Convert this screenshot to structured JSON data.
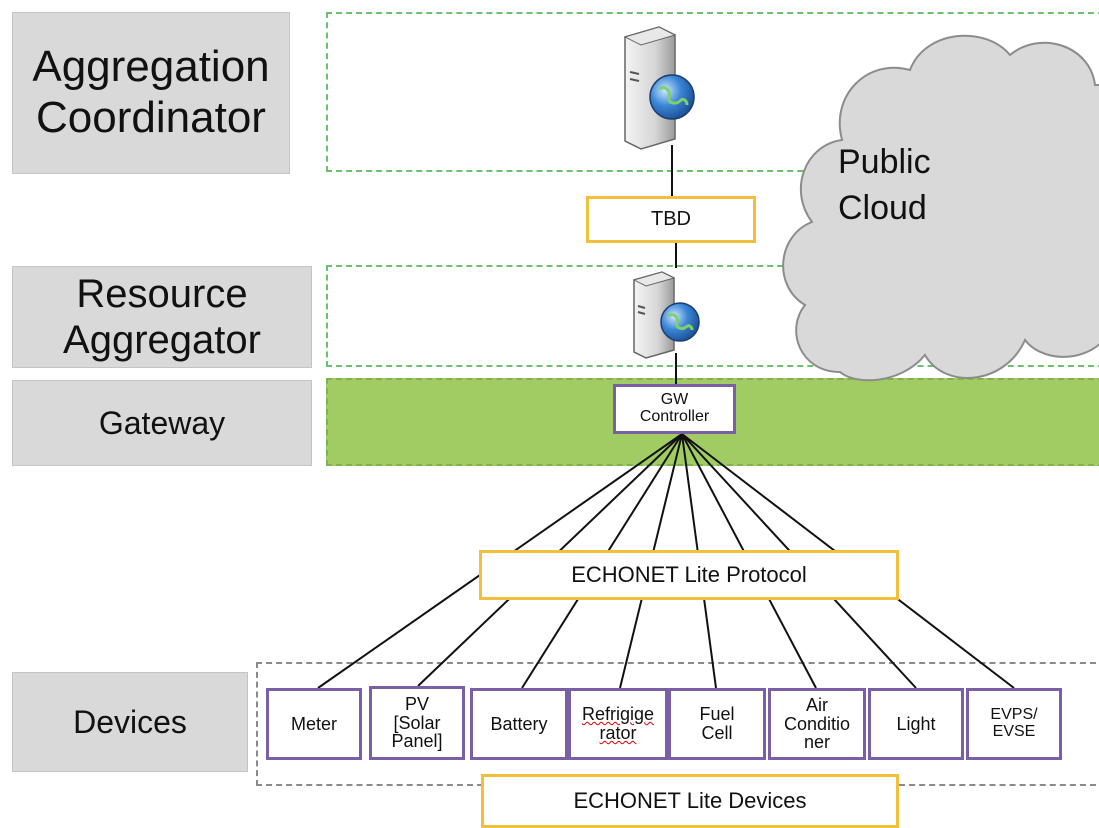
{
  "layers": {
    "aggregation_coordinator": "Aggregation\nCoordinator",
    "resource_aggregator": "Resource\nAggregator",
    "gateway": "Gateway",
    "devices": "Devices"
  },
  "cloud": {
    "label": "Public\nCloud"
  },
  "connectors": {
    "tbd": "TBD",
    "echonet_protocol": "ECHONET Lite Protocol",
    "echonet_devices": "ECHONET Lite Devices"
  },
  "gw_controller": "GW\nController",
  "devices": [
    {
      "label": "Meter"
    },
    {
      "label": "PV\n[Solar\nPanel]"
    },
    {
      "label": "Battery"
    },
    {
      "label": "Refrigige\nrator"
    },
    {
      "label": "Fuel\nCell"
    },
    {
      "label": "Air\nConditio\nner"
    },
    {
      "label": "Light"
    },
    {
      "label": "EVPS/\nEVSE"
    }
  ],
  "icons": {
    "server": "server-globe-icon",
    "cloud": "cloud-shape"
  },
  "colors": {
    "zone_border": "#6cc26c",
    "gateway_fill": "#a0cc63",
    "connector_border": "#f2bf3a",
    "device_border": "#7b5fa6",
    "label_fill": "#d9d9d9"
  }
}
